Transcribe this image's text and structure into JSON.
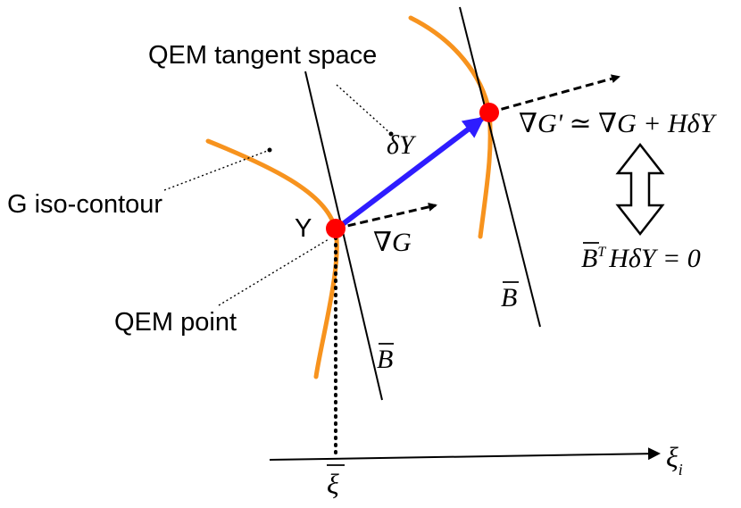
{
  "labels": {
    "tangent_space": "QEM tangent space",
    "iso_contour": "G iso-contour",
    "point_y": "Y",
    "qem_point": "QEM point",
    "delta_y": "δY",
    "grad_g": "∇G",
    "grad_g_prime_lhs": "∇G' ≃ ∇G + HδY",
    "constraint": "B",
    "constraint_rest": "HδY = 0",
    "constraint_sup": "T",
    "b_bar_left": "B",
    "b_bar_right": "B",
    "xi_bar": "ξ",
    "xi_axis": "ξ",
    "xi_axis_sub": "i"
  },
  "colors": {
    "contour": "#f7931e",
    "point": "#ff0000",
    "step_arrow": "#2e1cff",
    "ink": "#000000"
  }
}
